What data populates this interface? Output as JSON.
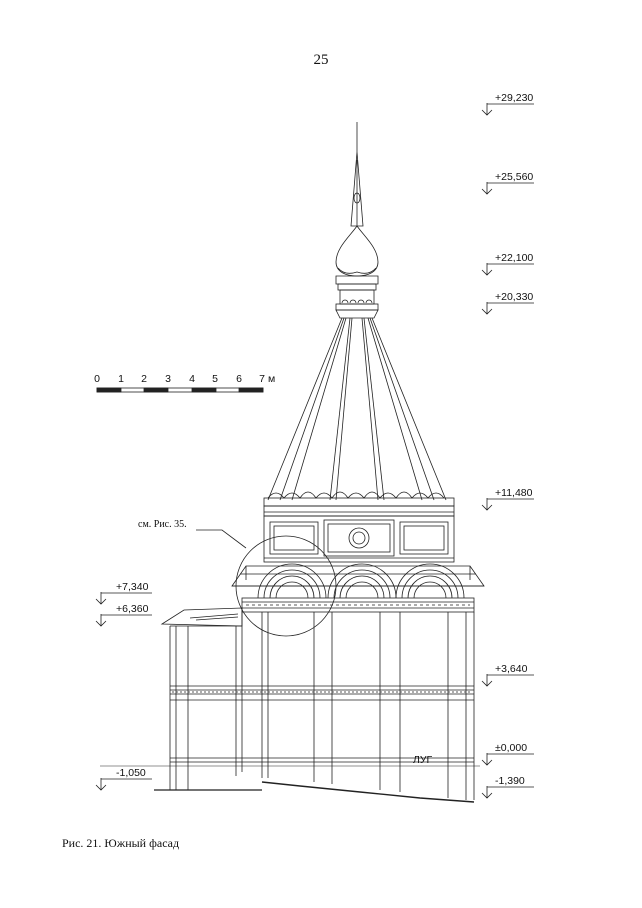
{
  "page_number": "25",
  "caption": "Рис. 21. Южный фасад",
  "scale_bar": {
    "ticks": [
      "0",
      "1",
      "2",
      "3",
      "4",
      "5",
      "6",
      "7"
    ],
    "unit": "м"
  },
  "callout": "см. Рис. 35.",
  "ground_label": "ЛУГ",
  "elevations_right": [
    "+29,230",
    "+25,560",
    "+22,100",
    "+20,330",
    "+11,480",
    "+3,640",
    "±0,000",
    "-1,390"
  ],
  "elevations_left": [
    "+7,340",
    "+6,360",
    "-1,050"
  ]
}
